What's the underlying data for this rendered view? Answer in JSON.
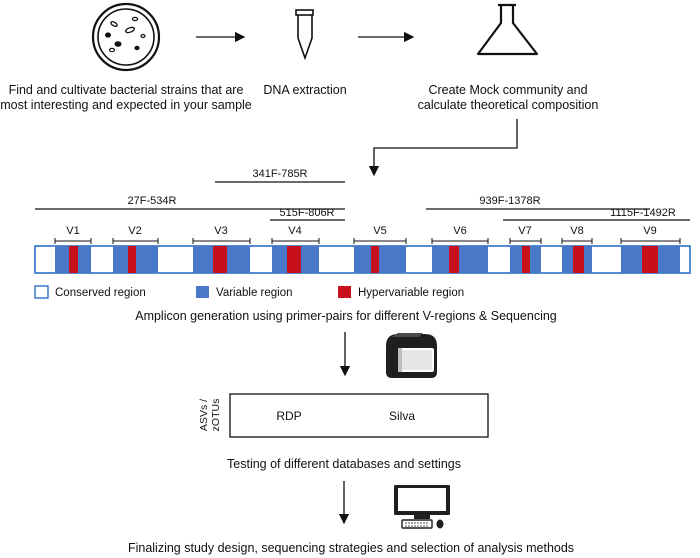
{
  "steps": {
    "step1_line1": "Find and cultivate bacterial strains that are",
    "step1_line2": "most interesting and expected in your sample",
    "step2": "DNA extraction",
    "step3_line1": "Create Mock community and",
    "step3_line2": "calculate theoretical composition",
    "amplicon_caption": "Amplicon generation using primer-pairs for different V-regions & Sequencing",
    "testing_caption": "Testing of different databases and settings",
    "final_caption": "Finalizing study design, sequencing strategies and selection of analysis methods"
  },
  "icons": {
    "petri": "petri-dish-icon",
    "tube": "test-tube-icon",
    "flask": "flask-icon",
    "sequencer": "sequencer-icon",
    "computer": "computer-icon"
  },
  "primers": [
    {
      "label": "27F-534R"
    },
    {
      "label": "341F-785R"
    },
    {
      "label": "515F-806R"
    },
    {
      "label": "939F-1378R"
    },
    {
      "label": "1115F-1492R"
    }
  ],
  "regions": [
    {
      "label": "V1"
    },
    {
      "label": "V2"
    },
    {
      "label": "V3"
    },
    {
      "label": "V4"
    },
    {
      "label": "V5"
    },
    {
      "label": "V6"
    },
    {
      "label": "V7"
    },
    {
      "label": "V8"
    },
    {
      "label": "V9"
    }
  ],
  "legend": {
    "conserved": "Conserved region",
    "variable": "Variable region",
    "hypervariable": "Hypervariable region"
  },
  "databases": {
    "side_label_1": "ASVs /",
    "side_label_2": "zOTUs",
    "db1": "RDP",
    "db2": "Silva"
  },
  "colors": {
    "conserved_border": "#2e6fc7",
    "variable": "#4a78c8",
    "hypervariable": "#c8101a",
    "line": "#111111"
  }
}
